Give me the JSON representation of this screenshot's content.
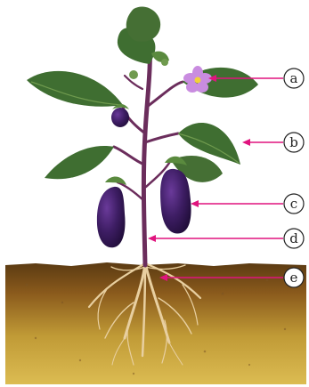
{
  "colors": {
    "arrow": "#e0147e",
    "leaf": "#3f6e31",
    "leaf_light": "#6f9a4e",
    "stem": "#6b2d5c",
    "fruit": "#3a1a5c",
    "flower": "#c98ce0",
    "root": "#e3c79a",
    "soil_top": "#5a3a12",
    "soil_bottom": "#d8b64a"
  },
  "labels": [
    {
      "id": "a",
      "text": "a",
      "part": "flower"
    },
    {
      "id": "b",
      "text": "b",
      "part": "leaf"
    },
    {
      "id": "c",
      "text": "c",
      "part": "fruit"
    },
    {
      "id": "d",
      "text": "d",
      "part": "stem"
    },
    {
      "id": "e",
      "text": "e",
      "part": "root"
    }
  ]
}
